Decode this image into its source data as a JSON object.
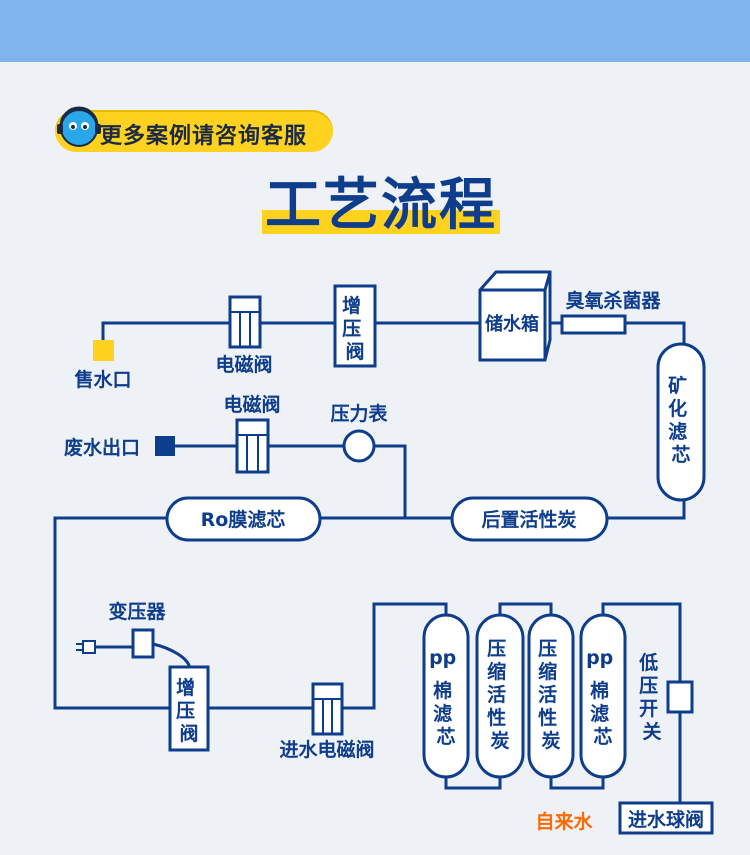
{
  "header": {
    "badge_text": "更多案例请咨询客服",
    "title": "工艺流程"
  },
  "colors": {
    "line": "#0e3d8c",
    "accent_yellow": "#ffd21f",
    "accent_orange": "#ff6a00",
    "background": "#eef1f6",
    "top_band": "#7fb5ec"
  },
  "labels": {
    "sale_outlet": "售水口",
    "solenoid_top": "电磁阀",
    "booster_top": "增压阀",
    "storage_tank": "储水箱",
    "ozone": "臭氧杀菌器",
    "mineral": "矿化滤芯",
    "waste_outlet": "废水出口",
    "solenoid_mid": "电磁阀",
    "pressure_gauge": "压力表",
    "ro_membrane": "Ro膜滤芯",
    "post_carbon": "后置活性炭",
    "transformer": "变压器",
    "booster_bottom": "增压阀",
    "inlet_solenoid": "进水电磁阀",
    "pp_filter_1": "pp棉滤芯",
    "compressed_carbon_1": "压缩活性炭",
    "compressed_carbon_2": "压缩活性炭",
    "pp_filter_2": "pp棉滤芯",
    "low_pressure_switch": "低压开关",
    "tap_water": "自来水",
    "inlet_ball_valve": "进水球阀"
  }
}
